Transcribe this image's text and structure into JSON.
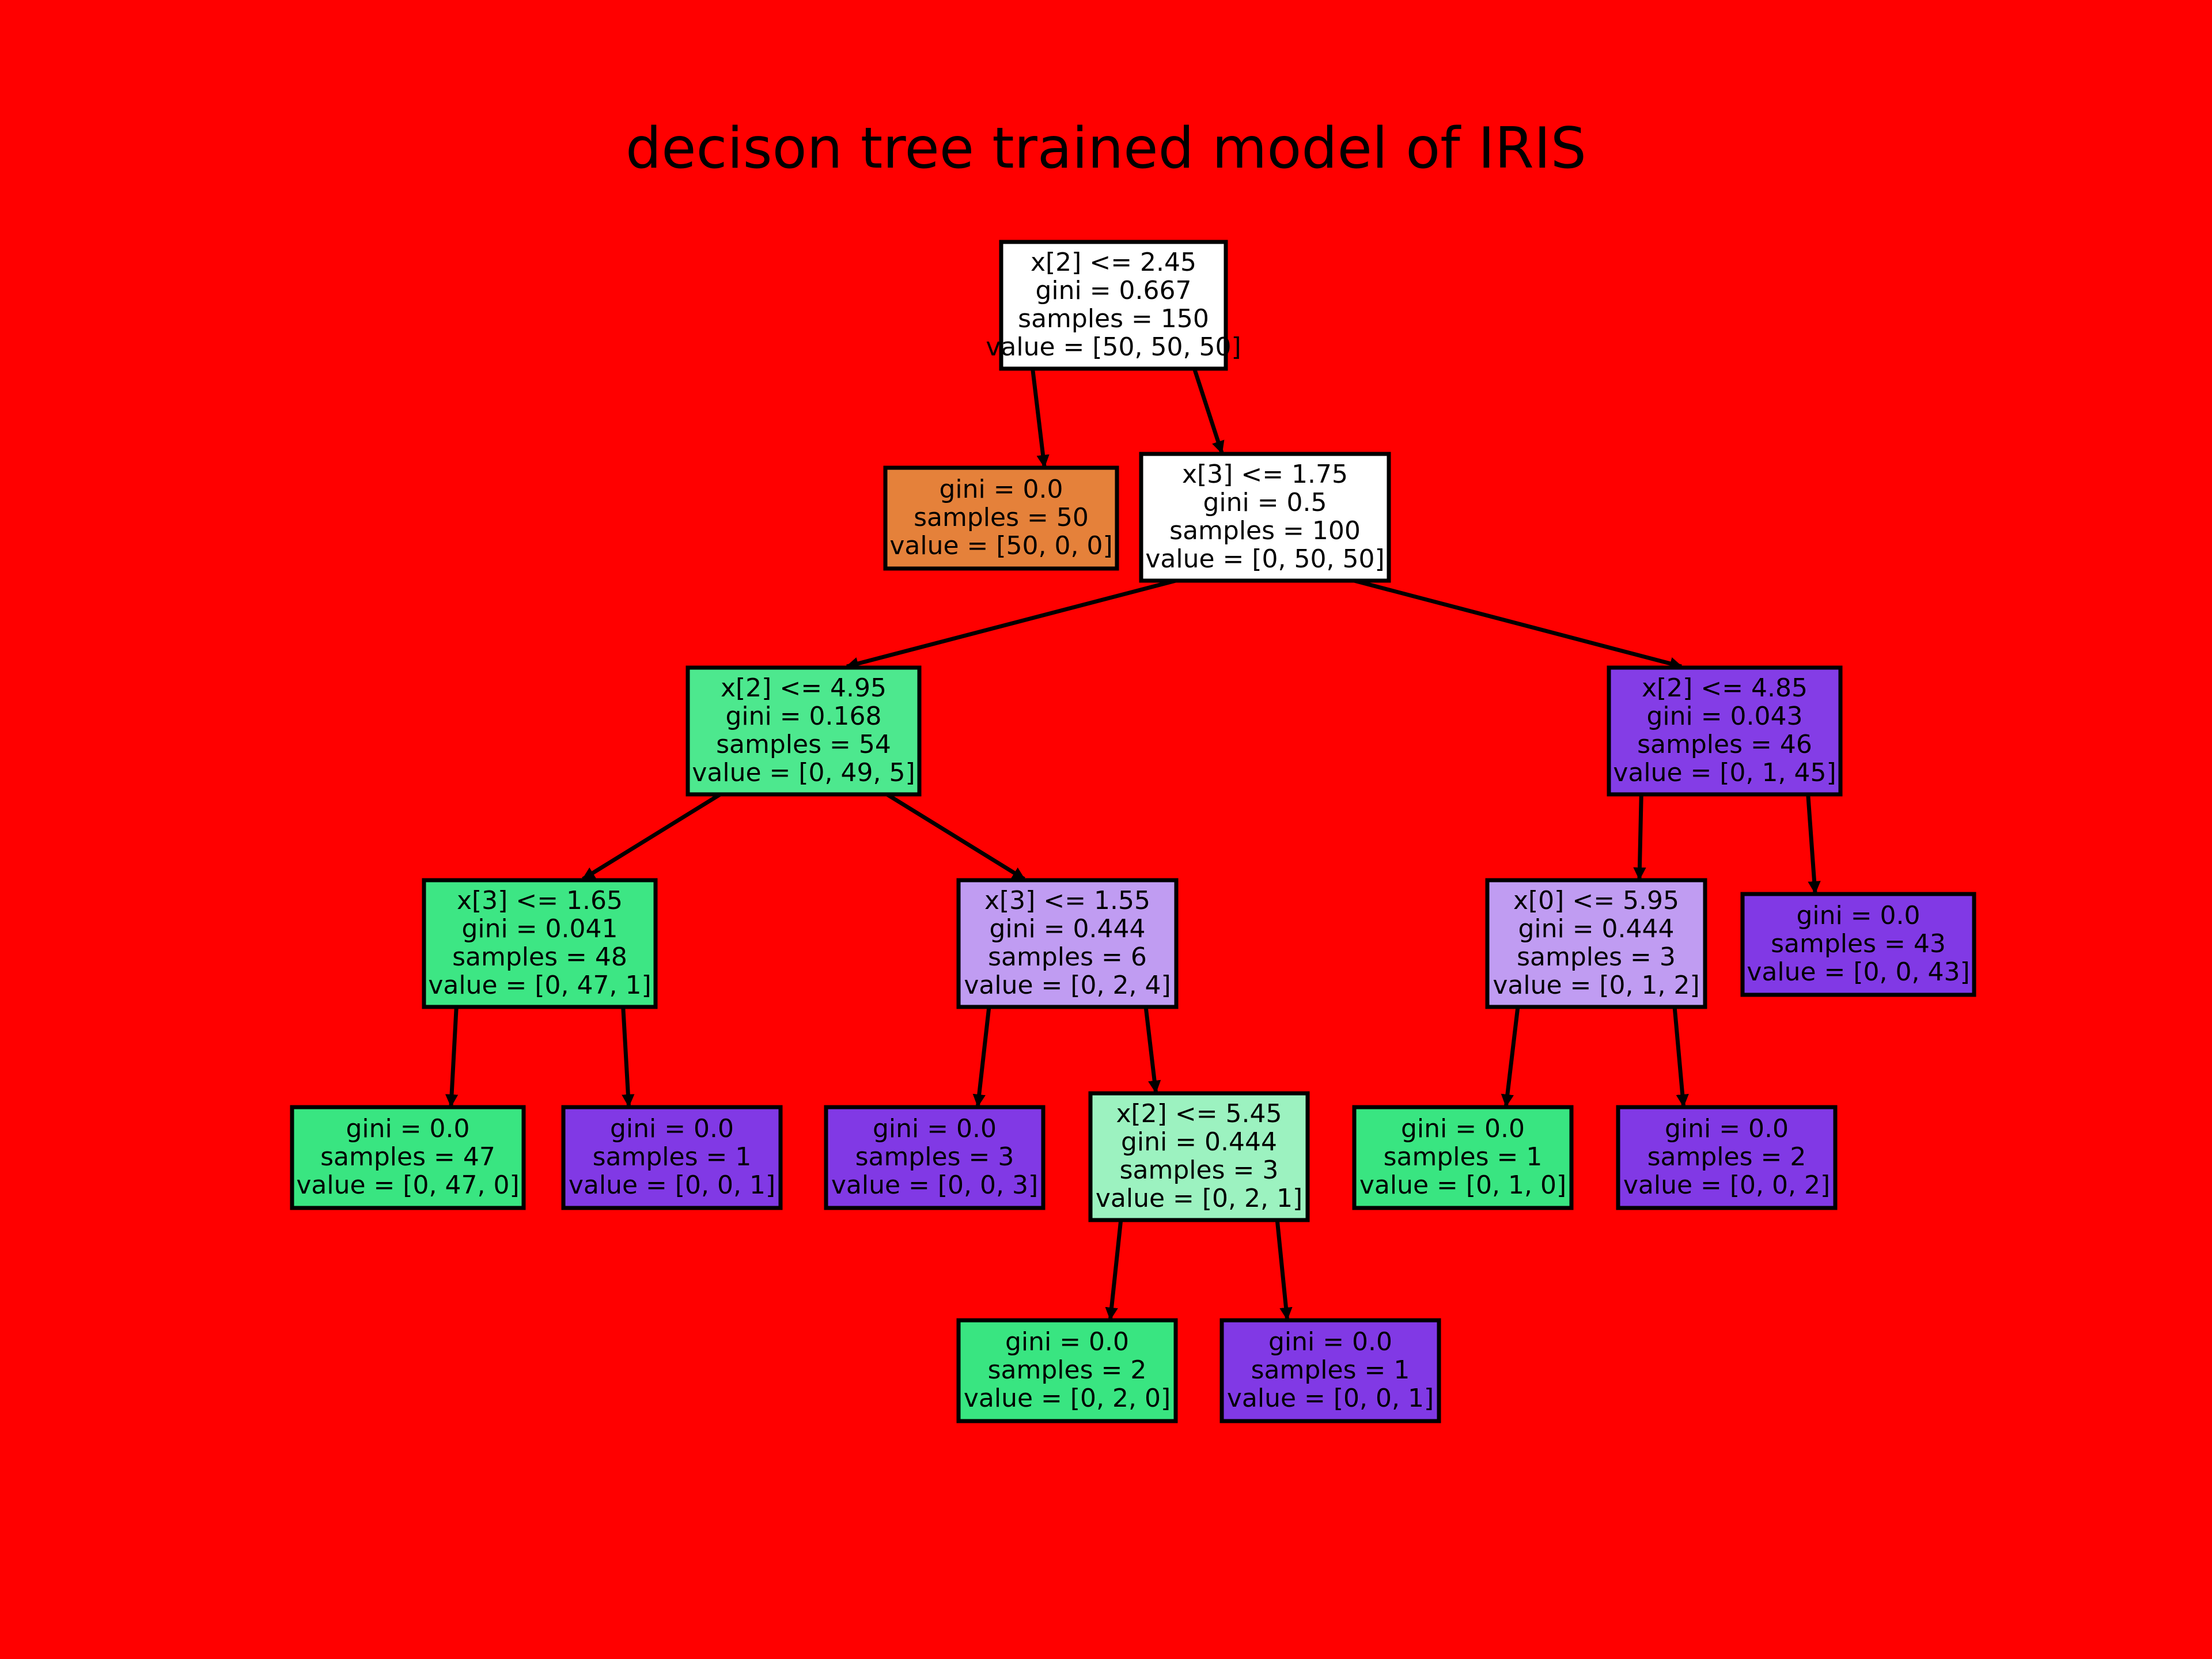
{
  "title": "decison tree trained model of IRIS",
  "colors": {
    "background": "#ff0000",
    "class_0": "#e5813a",
    "class_1": "#39e581",
    "class_2": "#8139e5",
    "neutral": "#ffffff",
    "edge": "#000000"
  },
  "tree": {
    "nodes": [
      {
        "id": "n0",
        "lines": [
          "x[2] <= 2.45",
          "gini = 0.667",
          "samples = 150",
          "value = [50, 50, 50]"
        ],
        "fill": "#ffffff"
      },
      {
        "id": "n1",
        "lines": [
          "gini = 0.0",
          "samples = 50",
          "value = [50, 0, 0]"
        ],
        "fill": "#e5813a"
      },
      {
        "id": "n2",
        "lines": [
          "x[3] <= 1.75",
          "gini = 0.5",
          "samples = 100",
          "value = [0, 50, 50]"
        ],
        "fill": "#ffffff"
      },
      {
        "id": "n3",
        "lines": [
          "x[2] <= 4.95",
          "gini = 0.168",
          "samples = 54",
          "value = [0, 49, 5]"
        ],
        "fill": "#4de88e"
      },
      {
        "id": "n4",
        "lines": [
          "x[2] <= 4.85",
          "gini = 0.043",
          "samples = 46",
          "value = [0, 1, 45]"
        ],
        "fill": "#843de6"
      },
      {
        "id": "n5",
        "lines": [
          "x[3] <= 1.65",
          "gini = 0.041",
          "samples = 48",
          "value = [0, 47, 1]"
        ],
        "fill": "#3de684"
      },
      {
        "id": "n6",
        "lines": [
          "x[3] <= 1.55",
          "gini = 0.444",
          "samples = 6",
          "value = [0, 2, 4]"
        ],
        "fill": "#c09cf2"
      },
      {
        "id": "n7",
        "lines": [
          "x[0] <= 5.95",
          "gini = 0.444",
          "samples = 3",
          "value = [0, 1, 2]"
        ],
        "fill": "#c09cf2"
      },
      {
        "id": "n8",
        "lines": [
          "gini = 0.0",
          "samples = 43",
          "value = [0, 0, 43]"
        ],
        "fill": "#8139e5"
      },
      {
        "id": "n9",
        "lines": [
          "gini = 0.0",
          "samples = 47",
          "value = [0, 47, 0]"
        ],
        "fill": "#39e581"
      },
      {
        "id": "n10",
        "lines": [
          "gini = 0.0",
          "samples = 1",
          "value = [0, 0, 1]"
        ],
        "fill": "#8139e5"
      },
      {
        "id": "n11",
        "lines": [
          "gini = 0.0",
          "samples = 3",
          "value = [0, 0, 3]"
        ],
        "fill": "#8139e5"
      },
      {
        "id": "n12",
        "lines": [
          "x[2] <= 5.45",
          "gini = 0.444",
          "samples = 3",
          "value = [0, 2, 1]"
        ],
        "fill": "#9cf2c0"
      },
      {
        "id": "n13",
        "lines": [
          "gini = 0.0",
          "samples = 1",
          "value = [0, 1, 0]"
        ],
        "fill": "#39e581"
      },
      {
        "id": "n14",
        "lines": [
          "gini = 0.0",
          "samples = 2",
          "value = [0, 0, 2]"
        ],
        "fill": "#8139e5"
      },
      {
        "id": "n15",
        "lines": [
          "gini = 0.0",
          "samples = 2",
          "value = [0, 2, 0]"
        ],
        "fill": "#39e581"
      },
      {
        "id": "n16",
        "lines": [
          "gini = 0.0",
          "samples = 1",
          "value = [0, 0, 1]"
        ],
        "fill": "#8139e5"
      }
    ],
    "edges": [
      [
        "n0",
        "n1"
      ],
      [
        "n0",
        "n2"
      ],
      [
        "n2",
        "n3"
      ],
      [
        "n2",
        "n4"
      ],
      [
        "n3",
        "n5"
      ],
      [
        "n3",
        "n6"
      ],
      [
        "n4",
        "n7"
      ],
      [
        "n4",
        "n8"
      ],
      [
        "n5",
        "n9"
      ],
      [
        "n5",
        "n10"
      ],
      [
        "n6",
        "n11"
      ],
      [
        "n6",
        "n12"
      ],
      [
        "n7",
        "n13"
      ],
      [
        "n7",
        "n14"
      ],
      [
        "n12",
        "n15"
      ],
      [
        "n12",
        "n16"
      ]
    ]
  }
}
